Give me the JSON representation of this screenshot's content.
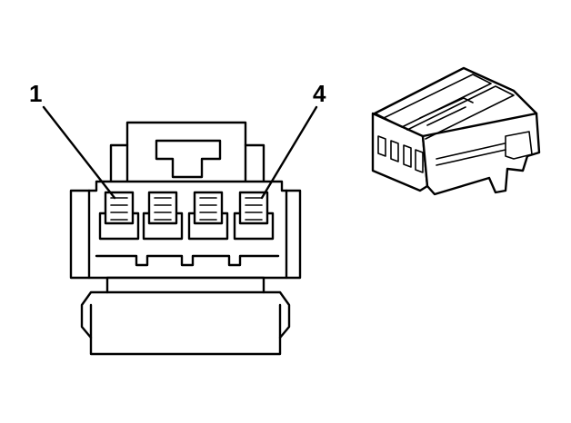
{
  "diagram": {
    "callouts": [
      {
        "label": "1",
        "terminal": 1
      },
      {
        "label": "4",
        "terminal": 4
      }
    ],
    "terminal_count": 4
  }
}
